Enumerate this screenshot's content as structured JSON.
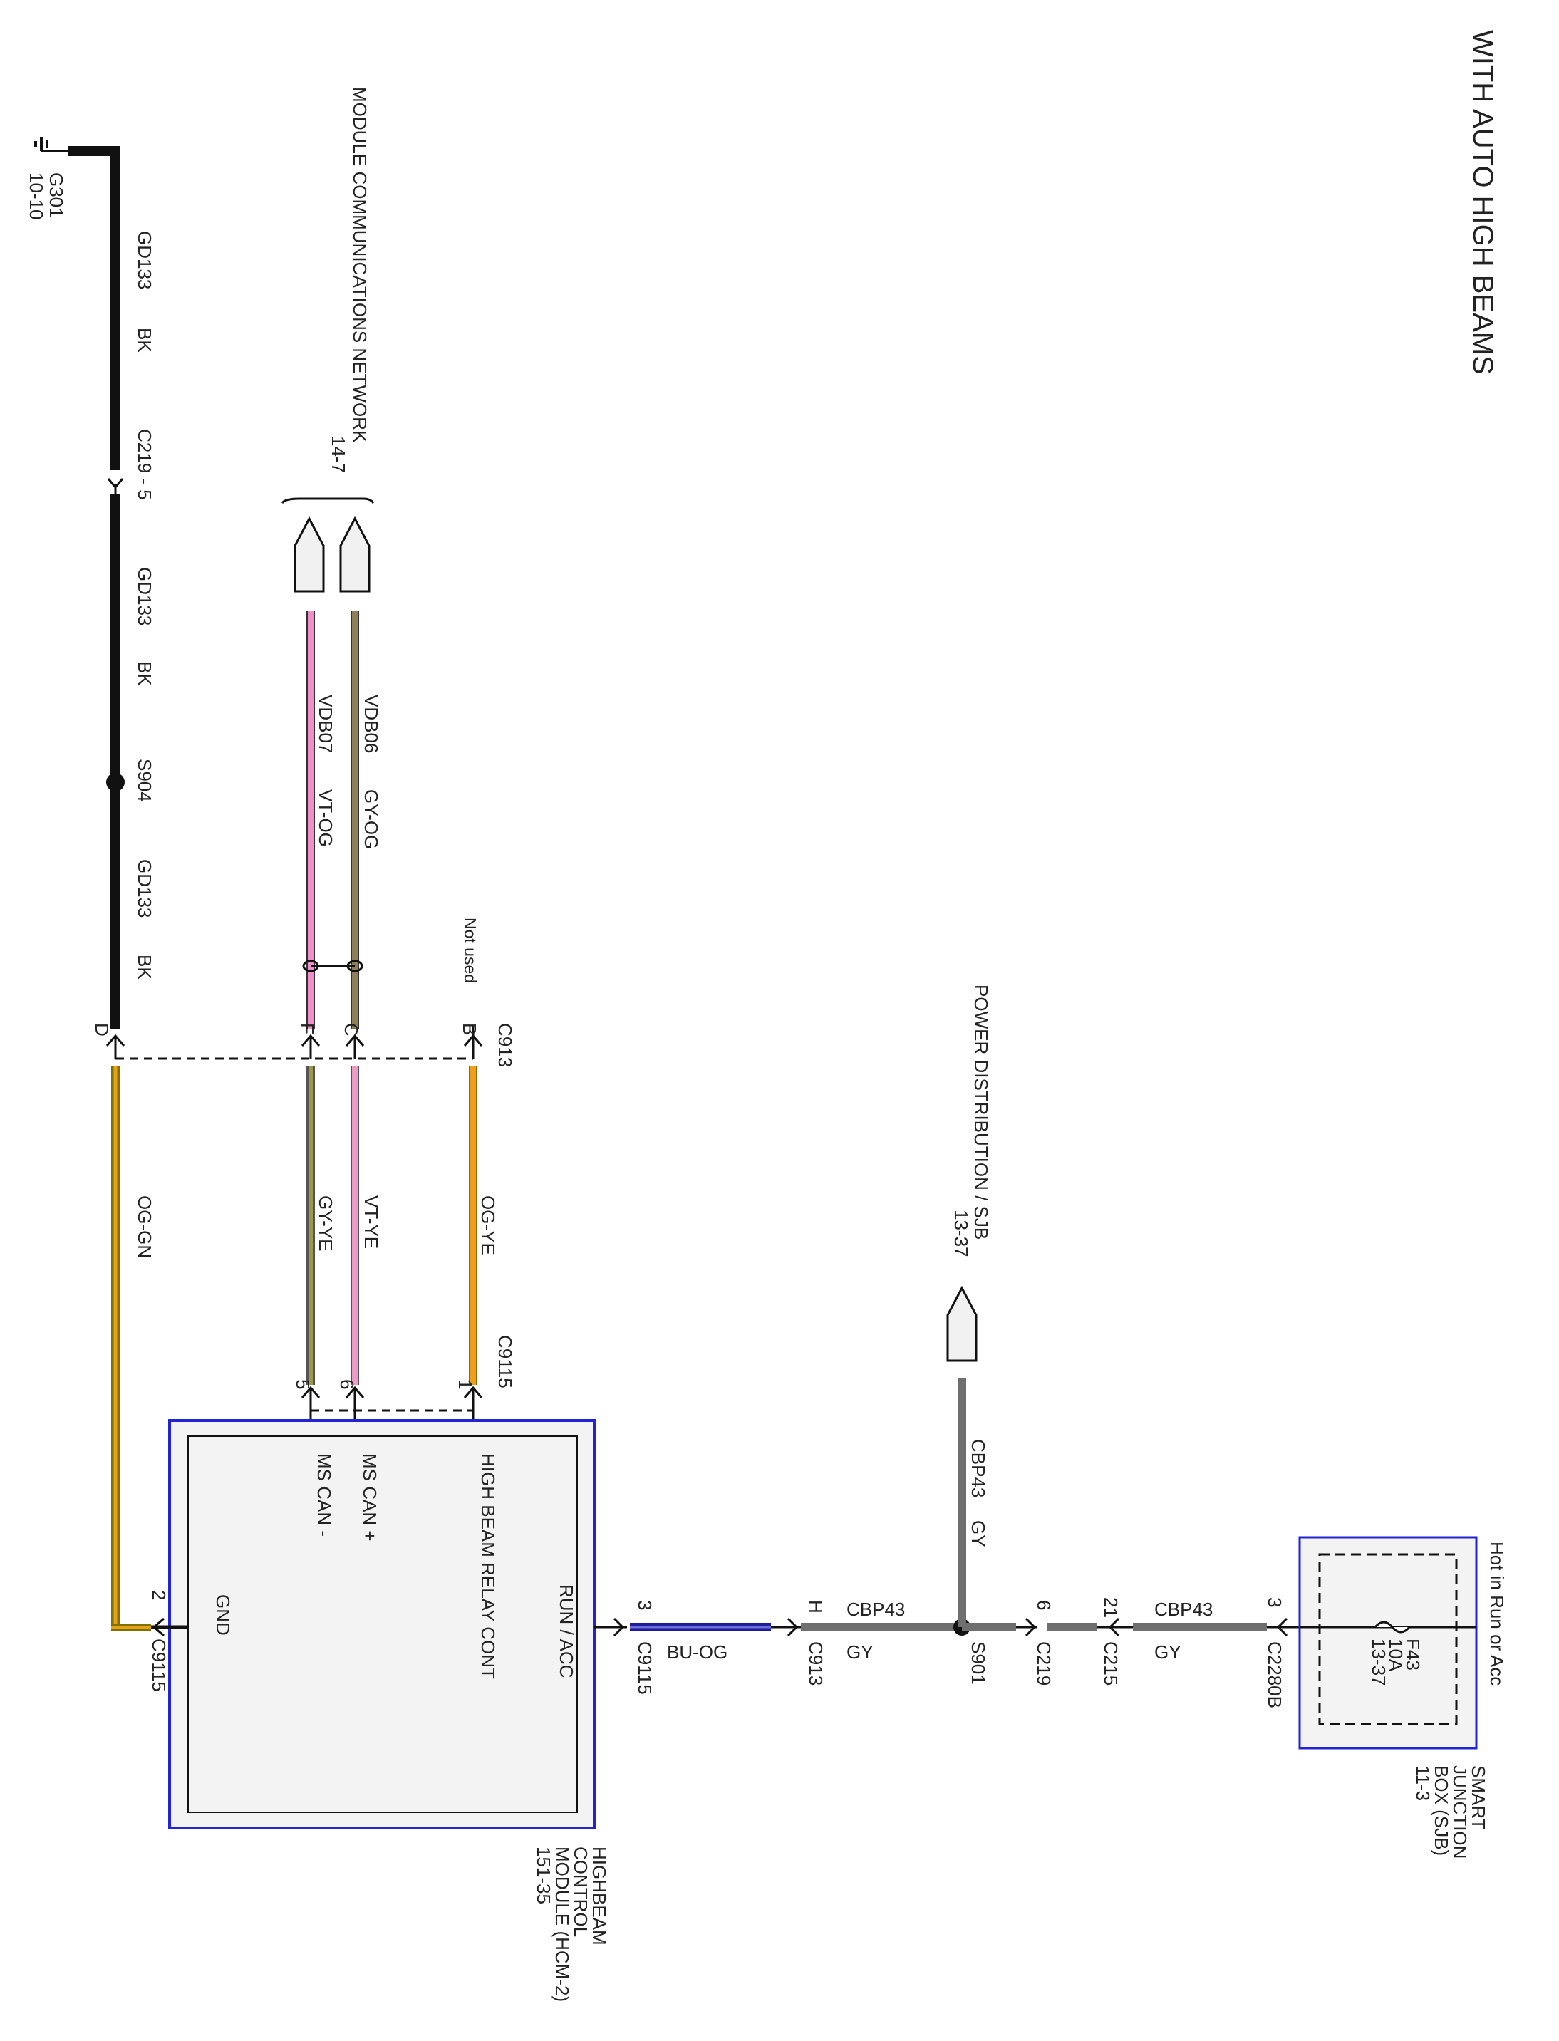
{
  "title": "WITH AUTO HIGH BEAMS",
  "colors": {
    "black_wire": "#111111",
    "gray_wire": "#6f6f6f",
    "pink": "#ee8fc9",
    "gy_og": "#8f7e58",
    "og_gn_outer": "#7d7200",
    "og_gn_inner": "#e8a117",
    "vt_ye": "#ec9ac6",
    "og_ye": "#f0a018",
    "bu_og": "#1d1d9c",
    "module_border": "#2323d6",
    "module_fill": "#f3f3f3"
  },
  "ground": {
    "id": "G301",
    "ref": "10-10"
  },
  "network": {
    "title": "MODULE COMMUNICATIONS NETWORK",
    "ref": "14-7"
  },
  "power_dist": {
    "title": "POWER DISTRIBUTION / SJB",
    "ref": "13-37"
  },
  "hcm": {
    "line1": "HIGHBEAM",
    "line2": "CONTROL",
    "line3": "MODULE (HCM-2)",
    "ref": "151-35"
  },
  "sjb": {
    "line1": "SMART",
    "line2": "JUNCTION",
    "line3": "BOX (SJB)",
    "ref": "11-3",
    "hot_label": "Hot in Run or Acc"
  },
  "fuse": {
    "id": "F43",
    "amp": "10A",
    "ref": "13-37"
  },
  "pins": {
    "hbrc": "HIGH BEAM RELAY CONT",
    "mscanp": "MS CAN +",
    "mscanm": "MS CAN -",
    "gnd": "GND",
    "runacc": "RUN / ACC"
  },
  "wires": {
    "gd133": "GD133",
    "bk": "BK",
    "vdb06": "VDB06",
    "gyog": "GY-OG",
    "vdb07": "VDB07",
    "vtog": "VT-OG",
    "oggn": "OG-GN",
    "gyye": "GY-YE",
    "vtye": "VT-YE",
    "ogye": "OG-YE",
    "cbp43": "CBP43",
    "gy": "GY",
    "buog": "BU-OG"
  },
  "connectors": {
    "c219_5": "C219 - 5",
    "s904": "S904",
    "c913": "C913",
    "c9115": "C9115",
    "s901": "S901",
    "c219": "C219",
    "c215": "C215",
    "c2280b": "C2280B"
  },
  "pin_letters": {
    "D": "D",
    "F": "F",
    "C": "C",
    "B": "B",
    "H": "H"
  },
  "pin_nums": {
    "p1": "1",
    "p2": "2",
    "p3": "3",
    "p5": "5",
    "p6": "6",
    "p21": "21"
  },
  "notes": {
    "not_used": "Not used"
  }
}
